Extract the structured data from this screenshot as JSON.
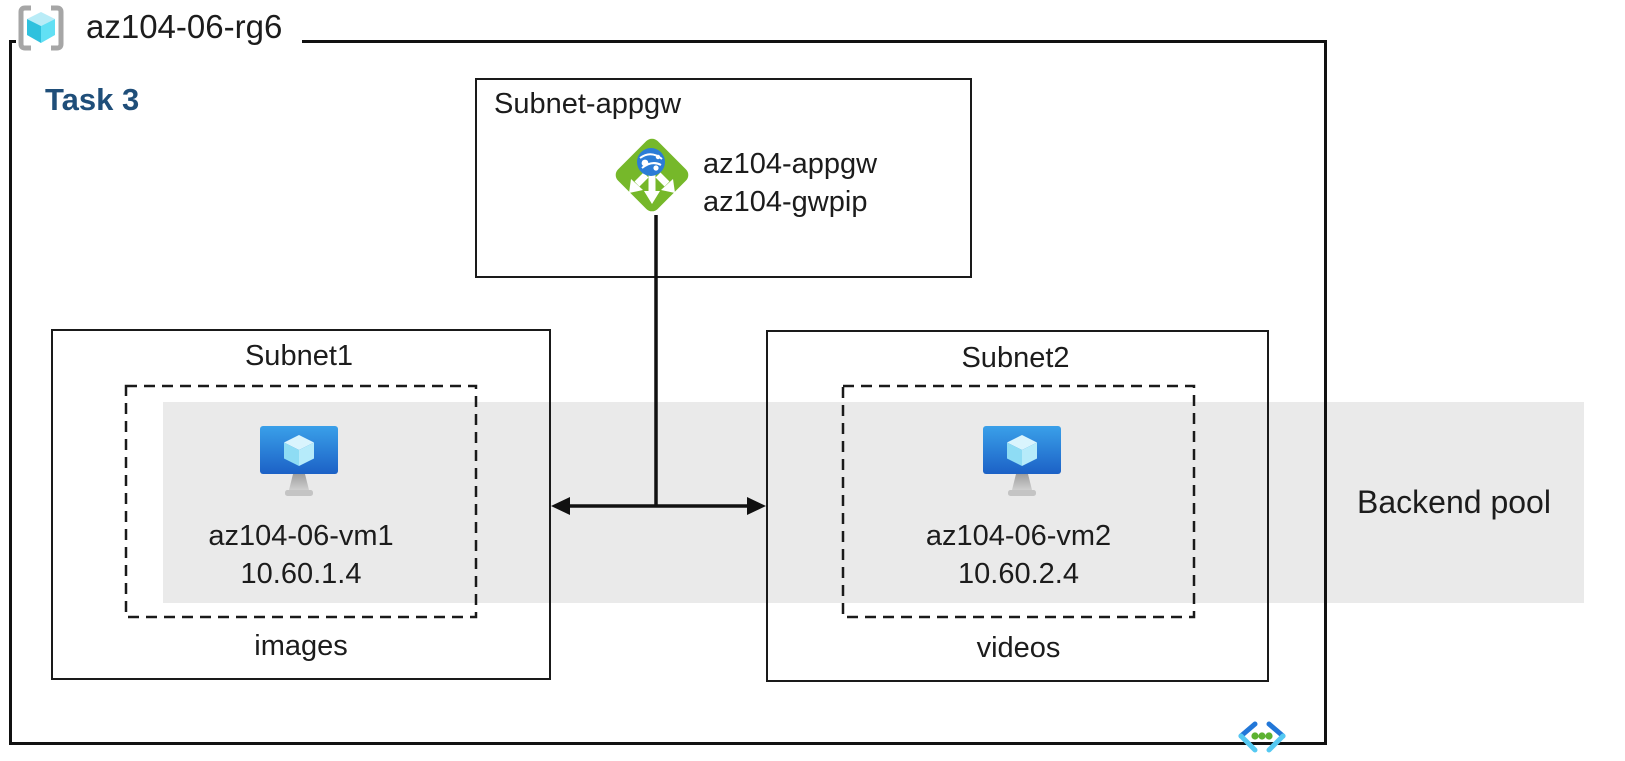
{
  "resource_group": {
    "name": "az104-06-rg6",
    "task_label": "Task 3"
  },
  "appgw_subnet": {
    "title": "Subnet-appgw",
    "gateway_name": "az104-appgw",
    "gateway_pip": "az104-gwpip"
  },
  "subnet1": {
    "title": "Subnet1",
    "vm_name": "az104-06-vm1",
    "vm_ip": "10.60.1.4",
    "container_label": "images"
  },
  "subnet2": {
    "title": "Subnet2",
    "vm_name": "az104-06-vm2",
    "vm_ip": "10.60.2.4",
    "container_label": "videos"
  },
  "backend_pool": {
    "label": "Backend pool"
  },
  "icons": {
    "resource_group": "resource-group-icon",
    "application_gateway": "application-gateway-icon",
    "virtual_machine": "virtual-machine-icon",
    "virtual_network": "virtual-network-icon"
  },
  "colors": {
    "border": "#1a1a1a",
    "backend_band": "#eaeaea",
    "task_heading": "#1f4e79",
    "appgw_green": "#76b82a",
    "globe_blue": "#2b7cd6",
    "vm_blue_top": "#3aa0e9",
    "vm_blue_bottom": "#1c61c6",
    "cube_cyan": "#50e6ff",
    "vnet_blue": "#2277d8",
    "vnet_cyan": "#55c9f2",
    "dot_green": "#5cb232",
    "bracket_gray": "#a6a6a6"
  }
}
